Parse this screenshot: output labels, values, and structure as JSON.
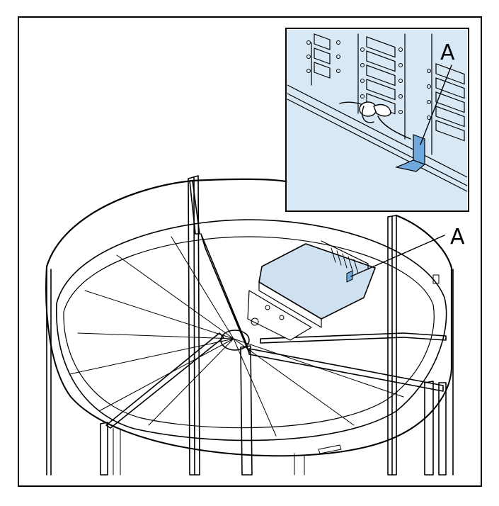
{
  "figure": {
    "callout_main": "A",
    "callout_inset": "A"
  },
  "colors": {
    "outline": "#000000",
    "inset_fill": "#d9e8f5",
    "bracket_fill": "#6fa8dc",
    "panel_fill": "#cfe0f0",
    "background": "#ffffff"
  },
  "icons": {
    "door_assembly": "revolving-door-ceiling-drawing",
    "control_box": "control-unit-box",
    "bracket": "mounting-bracket-icon",
    "wing_nut": "wing-nut-icon"
  }
}
